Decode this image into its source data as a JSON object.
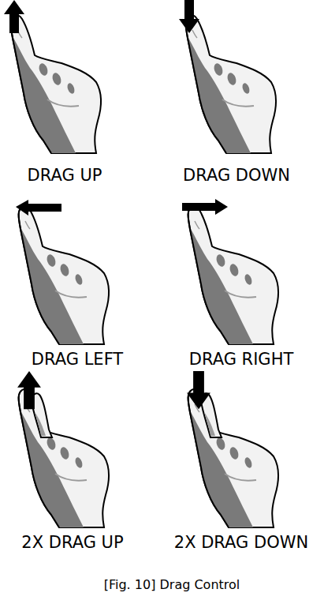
{
  "diagram": {
    "caption": "[Fig. 10] Drag Control",
    "labels": [
      "DRAG UP",
      "DRAG DOWN",
      "DRAG LEFT",
      "DRAG RIGHT",
      "2X DRAG UP",
      "2X DRAG DOWN"
    ]
  }
}
